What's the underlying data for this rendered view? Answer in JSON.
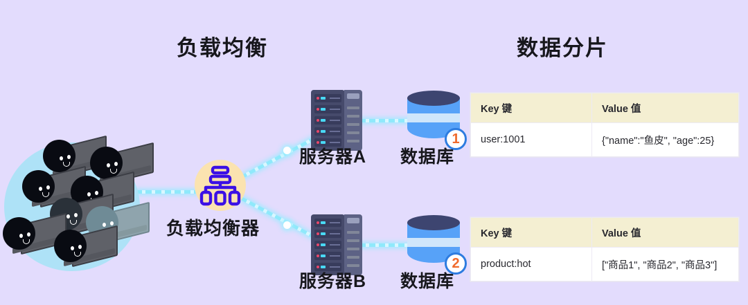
{
  "background_color": "#e3dcfd",
  "titles": {
    "left": "负载均衡",
    "right": "数据分片"
  },
  "clients": {
    "name": "client-cluster",
    "icon": "users-with-laptops-icon",
    "count": 8
  },
  "load_balancer": {
    "label": "负载均衡器",
    "icon": "hierarchy-icon",
    "circle_color": "#fbe3b0",
    "icon_color": "#3b10e5"
  },
  "branches": [
    {
      "server": {
        "label": "服务器A",
        "icon": "server-rack-icon"
      },
      "database": {
        "label": "数据库",
        "icon": "database-cylinder-icon",
        "badge": "1"
      },
      "table": {
        "headers": [
          "Key 键",
          "Value 值"
        ],
        "rows": [
          [
            "user:1001",
            "{\"name\":\"鱼皮\", \"age\":25}"
          ]
        ]
      }
    },
    {
      "server": {
        "label": "服务器B",
        "icon": "server-rack-icon"
      },
      "database": {
        "label": "数据库",
        "icon": "database-cylinder-icon",
        "badge": "2"
      },
      "table": {
        "headers": [
          "Key 键",
          "Value 值"
        ],
        "rows": [
          [
            "product:hot",
            "[\"商品1\", \"商品2\", \"商品3\"]"
          ]
        ]
      }
    }
  ],
  "colors": {
    "link": "#8fe9fb",
    "badge_ring": "#2d7ce0",
    "badge_text": "#f06a2c",
    "table_header_bg": "#f4efd2",
    "client_circle": "#aee2f7",
    "database_body": "#57a2f8",
    "database_top": "#3d4570"
  }
}
